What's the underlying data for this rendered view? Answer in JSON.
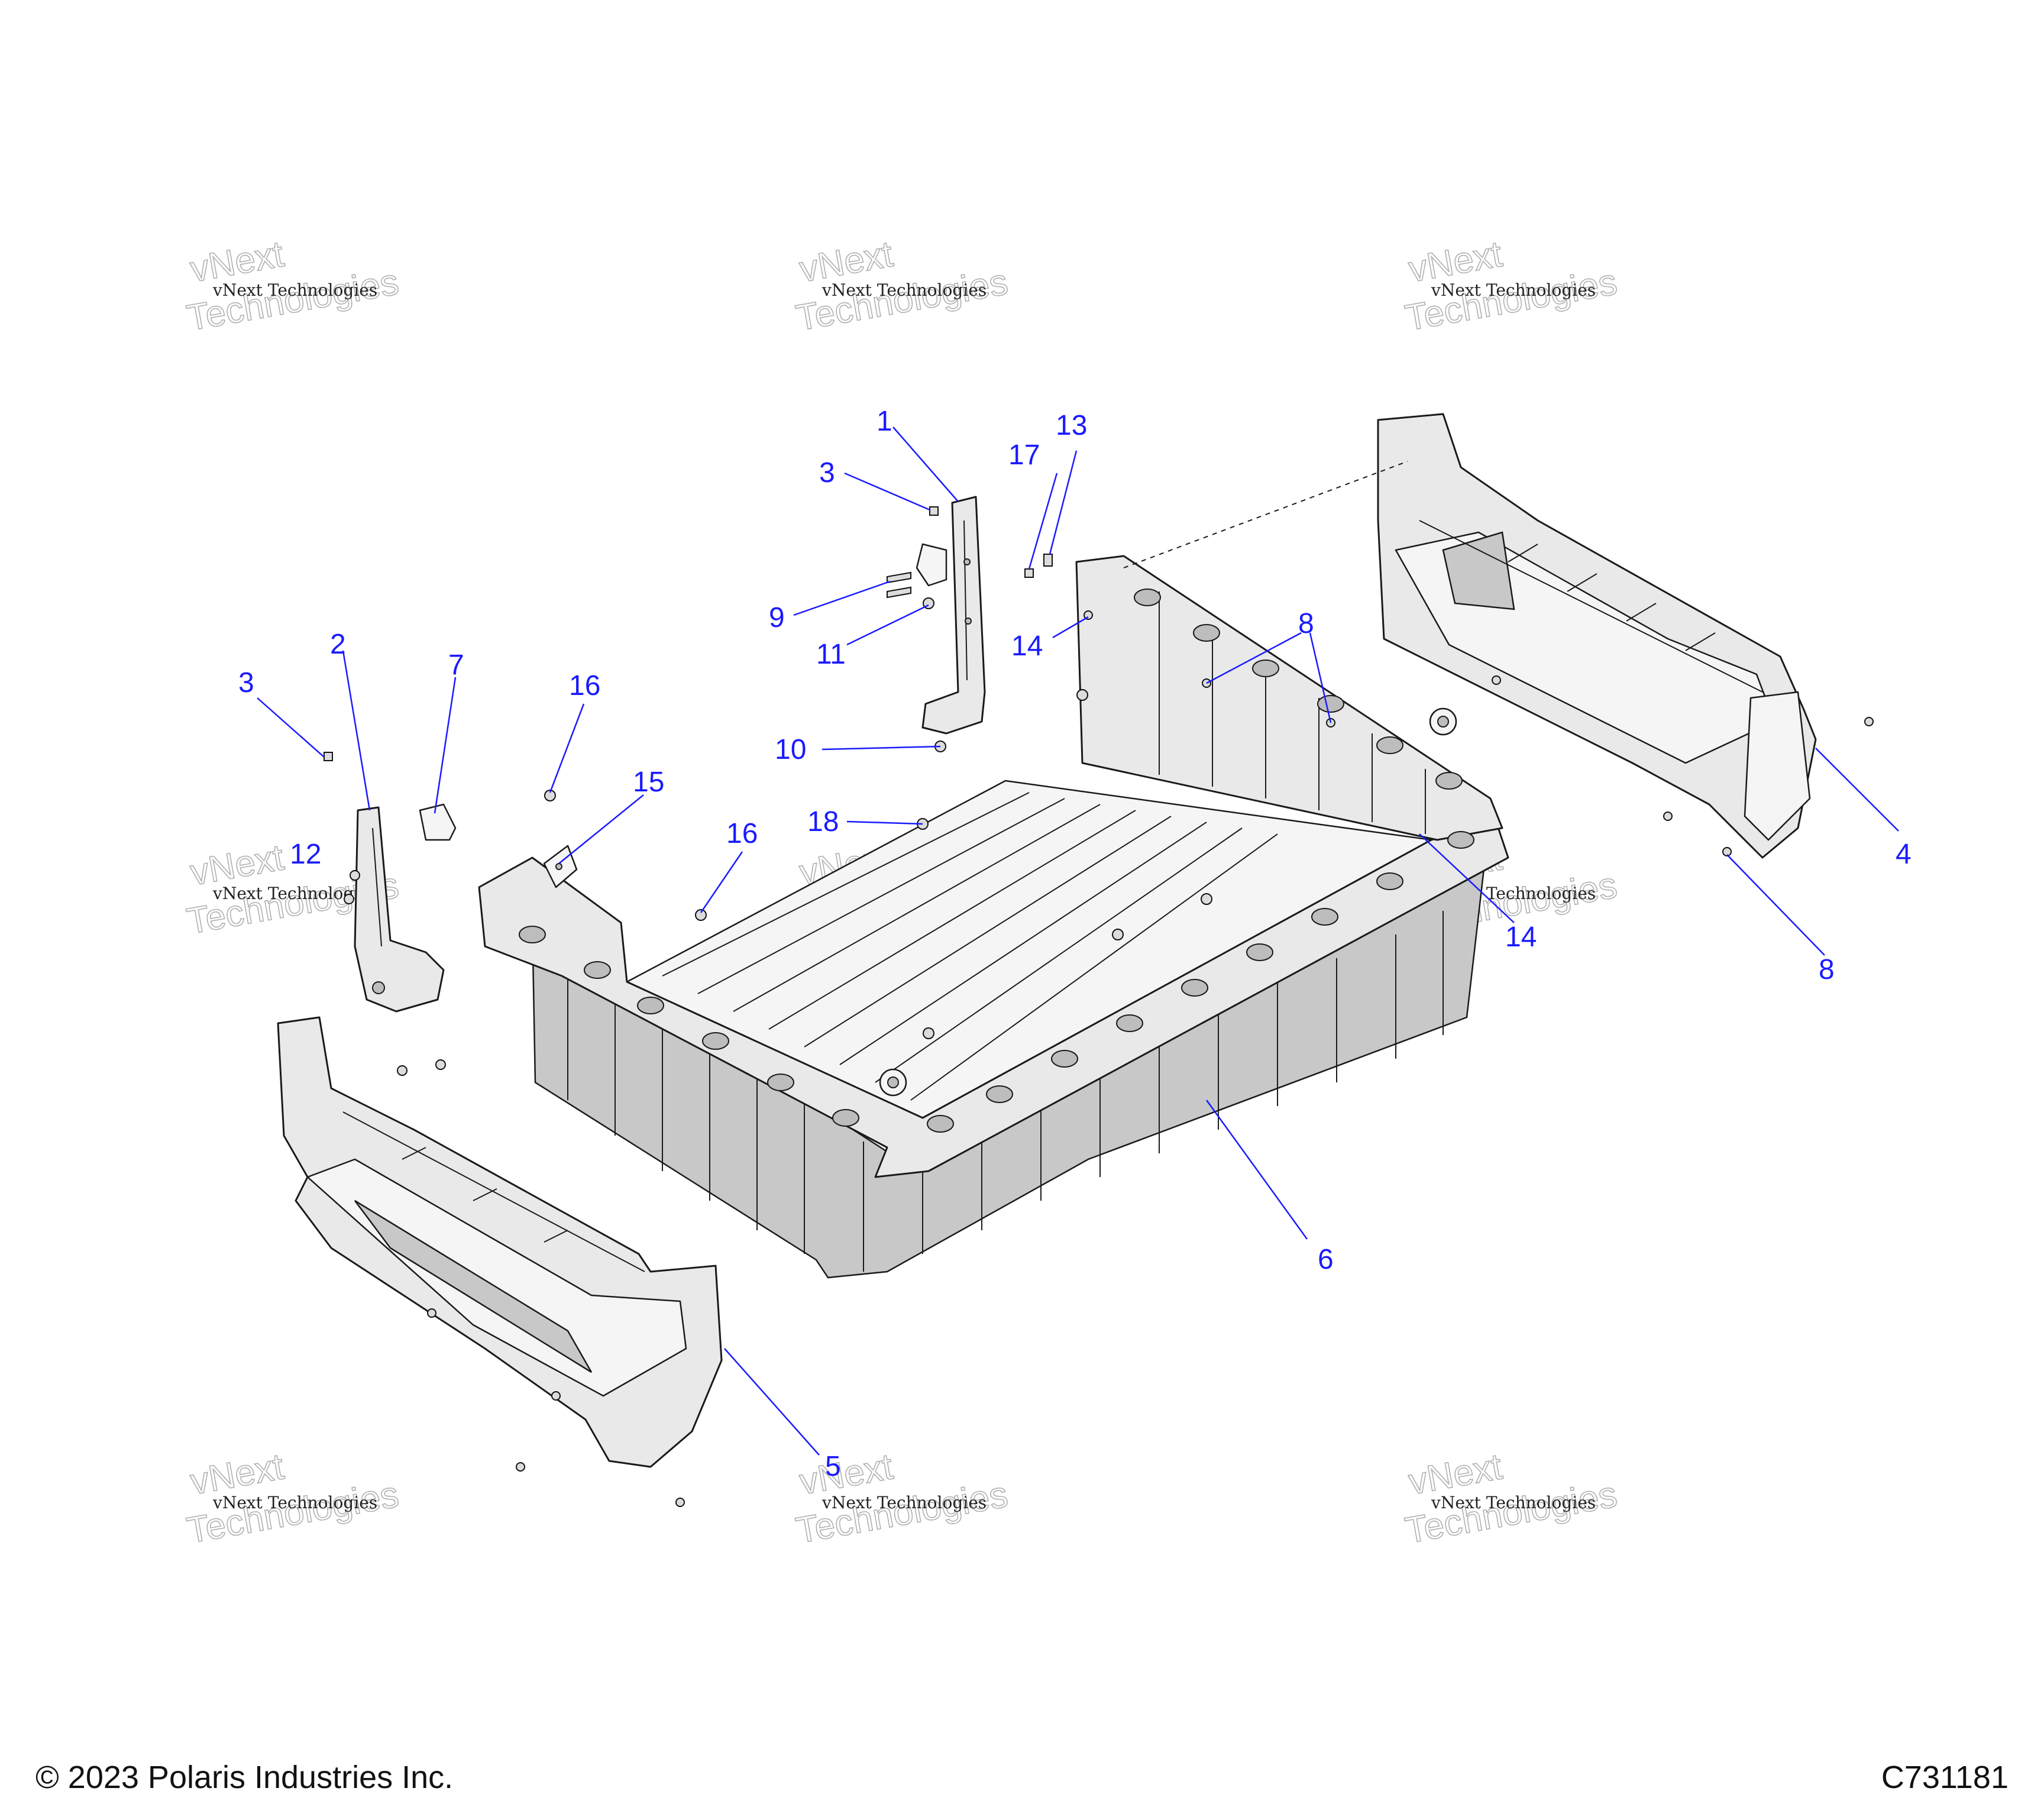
{
  "footer": {
    "copyright": "© 2023 Polaris Industries Inc.",
    "drawing_id": "C731181"
  },
  "watermark": {
    "line1": "vNext Technologies",
    "line2": "vNext",
    "line3": "Technologies"
  },
  "callouts": [
    "1",
    "2",
    "3",
    "3",
    "4",
    "5",
    "6",
    "7",
    "8",
    "8",
    "9",
    "10",
    "11",
    "12",
    "13",
    "14",
    "14",
    "15",
    "16",
    "16",
    "17",
    "18"
  ],
  "colors": {
    "callout": "#1a1aff",
    "line_art": "#1a1a1a",
    "part_fill": "#e9e9e9"
  }
}
